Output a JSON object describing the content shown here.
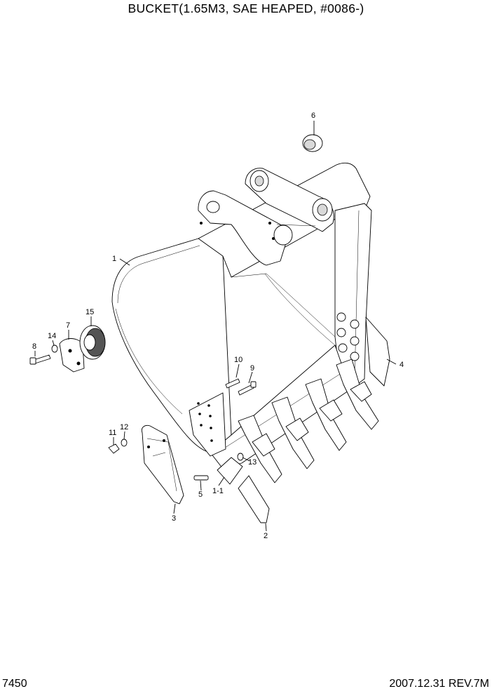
{
  "title": "BUCKET(1.65M3, SAE HEAPED, #0086-)",
  "footer": {
    "page_number": "7450",
    "revision": "2007.12.31 REV.7M"
  },
  "callouts": {
    "c1": "1",
    "c1_1": "1-1",
    "c2": "2",
    "c3": "3",
    "c4": "4",
    "c5": "5",
    "c6": "6",
    "c7": "7",
    "c8": "8",
    "c9": "9",
    "c10": "10",
    "c11": "11",
    "c12": "12",
    "c13": "13",
    "c14": "14",
    "c15": "15"
  }
}
